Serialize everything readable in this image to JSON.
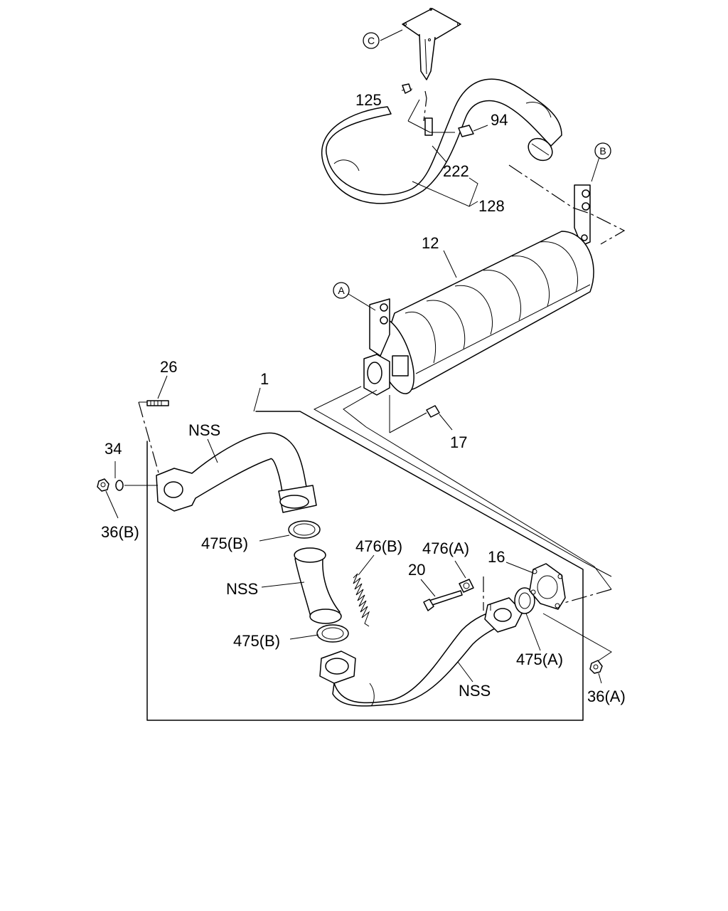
{
  "callouts": {
    "c": "C",
    "b": "B",
    "a": "A",
    "p125": "125",
    "p94": "94",
    "p222": "222",
    "p128": "128",
    "p12": "12",
    "p26": "26",
    "p1": "1",
    "p17": "17",
    "nss_top": "NSS",
    "p34": "34",
    "p36b": "36(B)",
    "p475b_top": "475(B)",
    "nss_mid": "NSS",
    "p475b_bot": "475(B)",
    "p476b": "476(B)",
    "p476a": "476(A)",
    "p20": "20",
    "p16": "16",
    "p475a": "475(A)",
    "nss_bot": "NSS",
    "p36a": "36(A)"
  }
}
